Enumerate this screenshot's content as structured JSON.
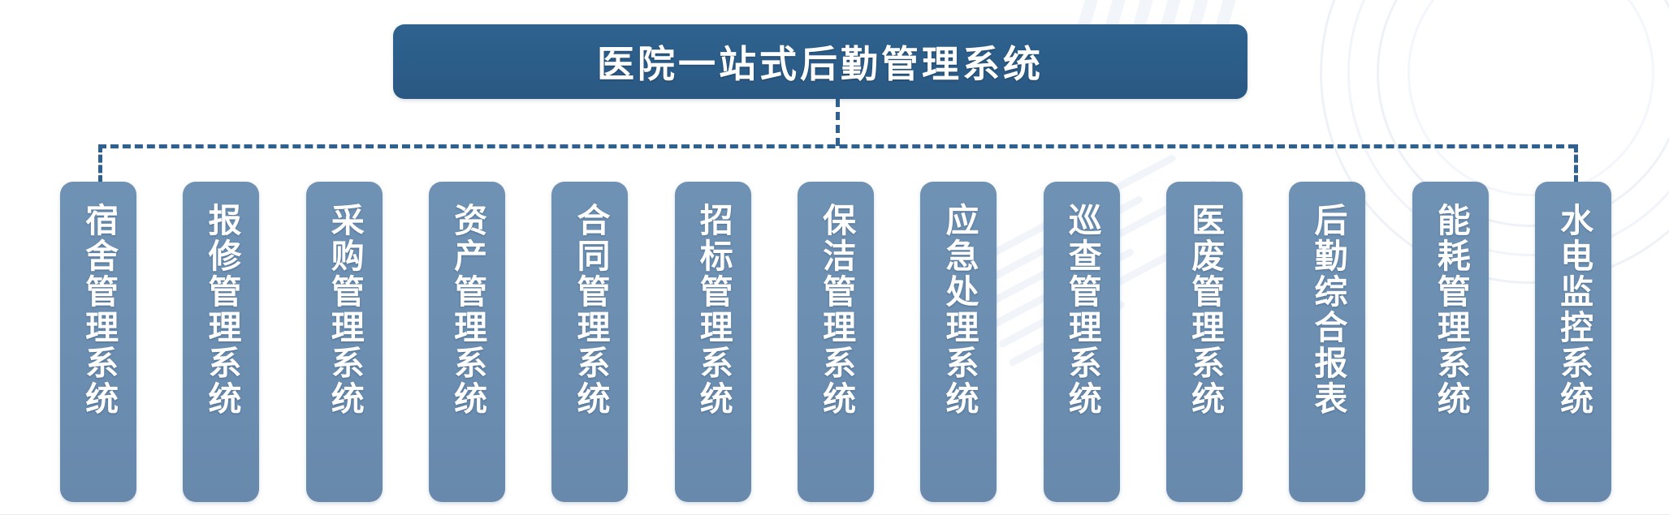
{
  "diagram": {
    "type": "org-tree",
    "root": {
      "title": "医院一站式后勤管理系统"
    },
    "connector": {
      "style": "dashed",
      "color": "#2e6190"
    },
    "colors": {
      "root_fill": "#2c5d89",
      "leaf_fill": "#6b8eb1",
      "text": "#ffffff",
      "background": "#ffffff",
      "watermark": "#f1f5fa"
    },
    "leaves": [
      {
        "label": "宿舍管理系统"
      },
      {
        "label": "报修管理系统"
      },
      {
        "label": "采购管理系统"
      },
      {
        "label": "资产管理系统"
      },
      {
        "label": "合同管理系统"
      },
      {
        "label": "招标管理系统"
      },
      {
        "label": "保洁管理系统"
      },
      {
        "label": "应急处理系统"
      },
      {
        "label": "巡查管理系统"
      },
      {
        "label": "医废管理系统"
      },
      {
        "label": "后勤综合报表"
      },
      {
        "label": "能耗管理系统"
      },
      {
        "label": "水电监控系统"
      }
    ]
  }
}
